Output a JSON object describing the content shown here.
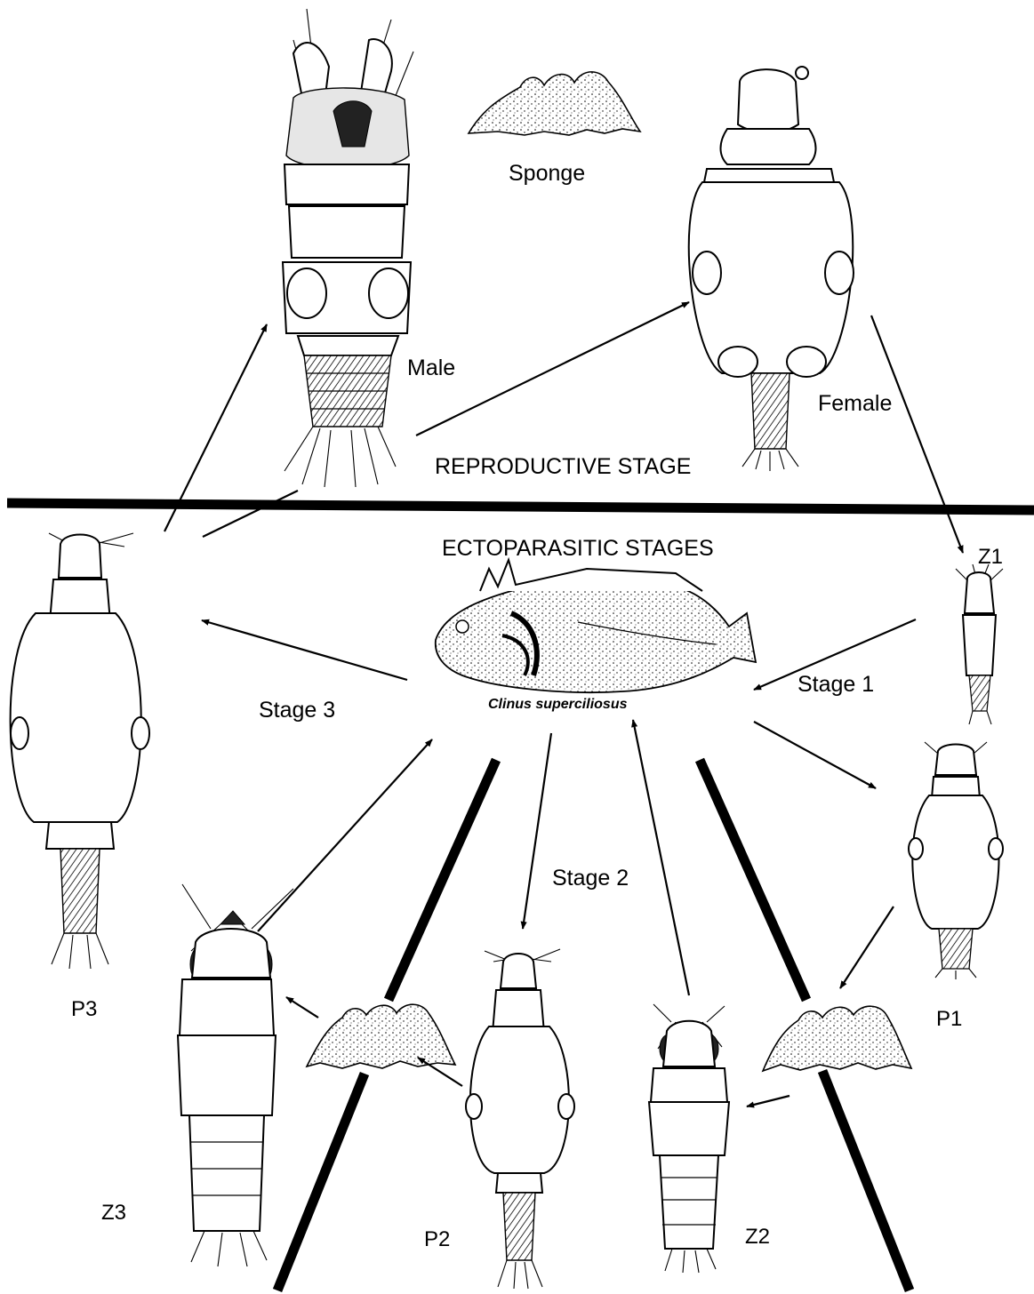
{
  "sections": {
    "reproductive": "REPRODUCTIVE STAGE",
    "ectoparasitic": "ECTOPARASITIC STAGES"
  },
  "labels": {
    "sponge": "Sponge",
    "male": "Male",
    "female": "Female",
    "z1": "Z1",
    "stage1": "Stage 1",
    "stage2": "Stage 2",
    "stage3": "Stage 3",
    "host": "Clinus superciliosus",
    "p1": "P1",
    "p2": "P2",
    "p3": "P3",
    "z2": "Z2",
    "z3": "Z3"
  }
}
